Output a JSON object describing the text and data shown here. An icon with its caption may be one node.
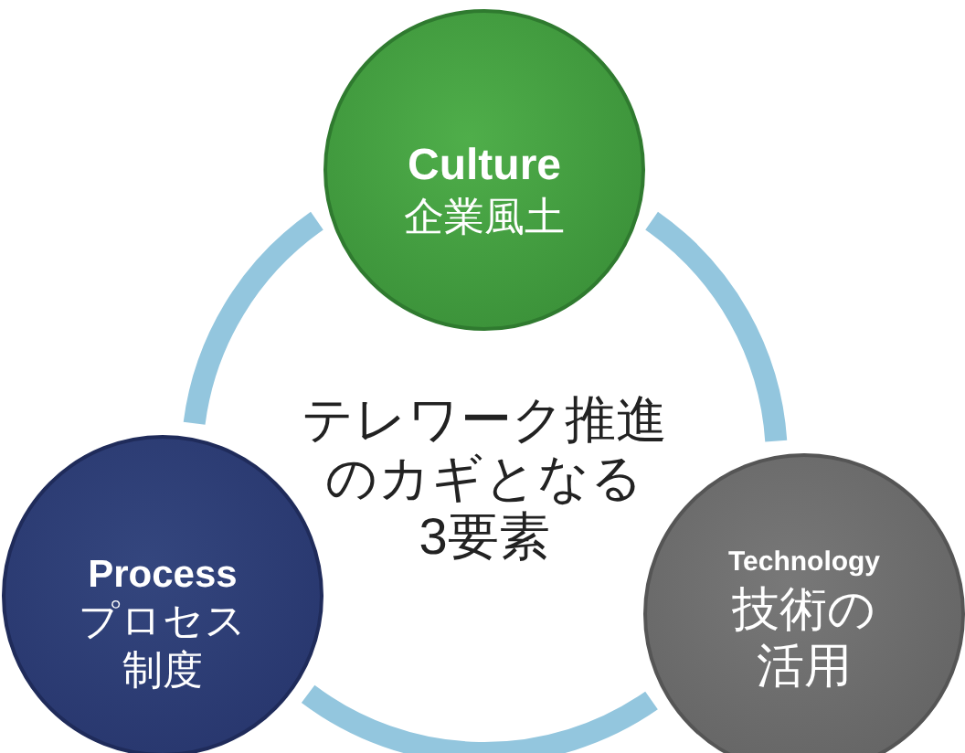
{
  "diagram": {
    "nodes": [
      {
        "text": [
          "Culture",
          "企業風土"
        ]
      },
      {
        "text": [
          "Process",
          "プロセス制度"
        ]
      },
      {
        "text": [
          "Technology",
          "技術の活用"
        ]
      }
    ],
    "edges": [
      {
        "from": 0,
        "to": 2,
        "arrow": "none"
      },
      {
        "from": 2,
        "to": 1,
        "arrow": "none"
      },
      {
        "from": 1,
        "to": 0,
        "arrow": "none"
      }
    ],
    "labels": [
      "テレワーク推進のカギとなる3要素"
    ]
  }
}
